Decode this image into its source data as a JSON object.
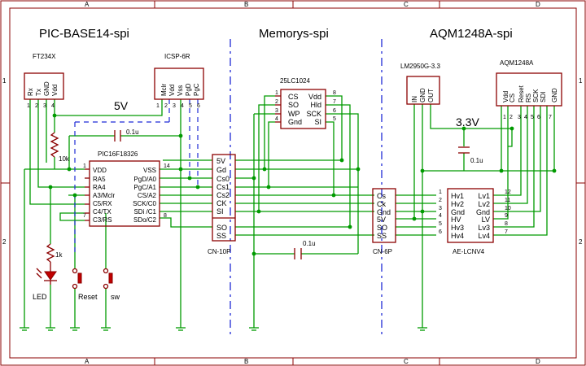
{
  "sections": {
    "left": "PIC-BASE14-spi",
    "middle": "Memorys-spi",
    "right": "AQM1248A-spi"
  },
  "border": {
    "columns": [
      "A",
      "B",
      "C",
      "D"
    ],
    "rows": [
      "1",
      "2"
    ]
  },
  "ft234x": {
    "name": "FT234X",
    "pins": [
      "Rx",
      "Tx",
      "GND",
      "Vdd"
    ],
    "numbers": [
      "1",
      "2",
      "3",
      "4"
    ]
  },
  "icsp": {
    "name": "ICSP-6R",
    "pins": [
      "Mclr",
      "Vdd",
      "Vss",
      "PgD",
      "PgC"
    ],
    "numbers": [
      "1",
      "2",
      "3",
      "4",
      "5",
      "6"
    ]
  },
  "pic": {
    "name": "PIC16F18326",
    "left_pins": [
      "VDD",
      "RA5",
      "RA4",
      "A3/Mclr",
      "C5/RX",
      "C4/TX",
      "C3/RS"
    ],
    "right_pins": [
      "VSS",
      "PgD/A0",
      "PgC/A1",
      "CS/A2",
      "SCK/C0",
      "SDi /C1",
      "SDo/C2"
    ],
    "pin_numbers": [
      "1",
      "14",
      "7",
      "8"
    ]
  },
  "mem": {
    "name": "25LC1024",
    "left_pins": [
      "CS",
      "SO",
      "WP",
      "Gnd"
    ],
    "left_numbers": [
      "1",
      "2",
      "3",
      "4"
    ],
    "right_pins": [
      "Vdd",
      "Hld",
      "SCK",
      "SI"
    ],
    "right_numbers": [
      "8",
      "7",
      "6",
      "5"
    ]
  },
  "cn10": {
    "name": "CN-10P",
    "pins": [
      "5V",
      "Gd",
      "Cs0",
      "Cs1",
      "Cs2",
      "CK",
      "SI",
      "SO",
      "SS"
    ]
  },
  "cn6": {
    "name": "CN-6P",
    "pins": [
      "Cs",
      "Ck",
      "Gnd",
      "5V",
      "SO",
      "SS"
    ]
  },
  "reg": {
    "name": "LM2950G-3.3",
    "pins": [
      "IN",
      "GND",
      "OUT"
    ]
  },
  "aqm": {
    "name": "AQM1248A",
    "pins": [
      "Vdd",
      "CS",
      "Reset",
      "RS",
      "SCK",
      "SDI",
      "GND"
    ],
    "numbers": [
      "1",
      "2",
      "3",
      "4",
      "5",
      "6",
      "7"
    ]
  },
  "lcnv": {
    "name": "AE-LCNV4",
    "left_pins": [
      "Hv1",
      "Hv2",
      "Gnd",
      "HV",
      "Hv3",
      "Hv4"
    ],
    "left_numbers": [
      "1",
      "2",
      "3",
      "4",
      "5",
      "6"
    ],
    "right_pins": [
      "Lv1",
      "Lv2",
      "Gnd",
      "LV",
      "Lv3",
      "Lv4"
    ],
    "right_numbers": [
      "12",
      "11",
      "10",
      "9",
      "8",
      "7"
    ]
  },
  "labels": {
    "v5": "5V",
    "v33": "3.3V",
    "cap1": "0.1u",
    "cap2": "0.1u",
    "cap3": "0.1u",
    "r1": "10k",
    "r2": "1k",
    "led": "LED",
    "reset": "Reset",
    "sw": "sw"
  },
  "colors": {
    "wire": "#009a00",
    "part": "#8b0000",
    "dashed": "#1f2bd6"
  }
}
